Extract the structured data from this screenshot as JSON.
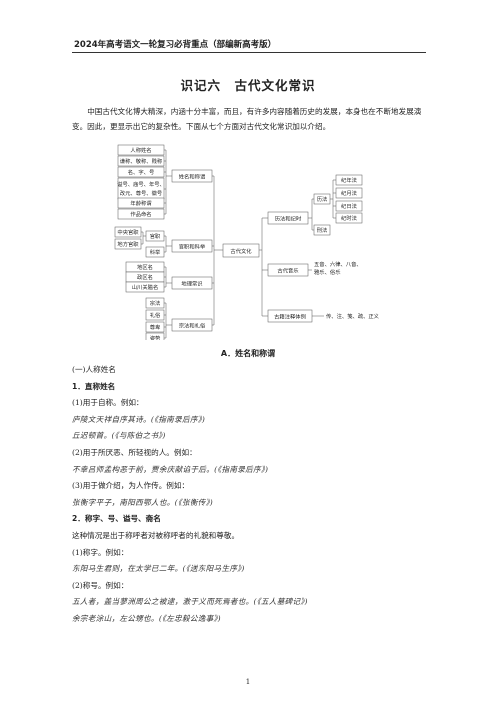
{
  "header": "2024年高考语文一轮复习必背重点（部编新高考版）",
  "title": "识记六　古代文化常识",
  "intro": "中国古代文化博大精深，内涵十分丰富，而且，有许多内容随着历史的发展，本身也在不断地发展演变。因此，更显示出它的复杂性。下面从七个方面对古代文化常识加以介绍。",
  "mindmap": {
    "center": "古代文化",
    "left_branches": [
      {
        "label": "姓名和称谓",
        "leaves": [
          "人称姓名",
          "谦称、敬称、贱称",
          "名、字、号",
          "谥号、庙号、年号、改元、尊号、徽号",
          "年龄称谓",
          "作品命名"
        ]
      },
      {
        "label": "官职和科举",
        "leaves": [
          "官职",
          "科举"
        ],
        "sub": [
          "中央官职",
          "地方官职"
        ]
      },
      {
        "label": "地理常识",
        "leaves": [
          "地区名",
          "政区名",
          "山川关隘名"
        ]
      },
      {
        "label": "宗法和礼俗",
        "leaves": [
          "宗法",
          "礼俗",
          "尊卑",
          "姿势"
        ]
      }
    ],
    "right_branches": [
      {
        "label": "历法和纪时",
        "sub": [
          {
            "label": "历法",
            "leaves": [
              "纪年法",
              "纪月法",
              "纪日法",
              "纪时法"
            ]
          },
          {
            "label": "刑法"
          }
        ]
      },
      {
        "label": "古代音乐",
        "leaves": [
          "五音、六律、八音、雅乐、俗乐"
        ]
      },
      {
        "label": "古籍注释体例",
        "leaves": [
          "传、注、笺、疏、正义"
        ]
      }
    ]
  },
  "section_title": "A．姓名和称谓",
  "lines": [
    {
      "text": "(一)人称姓名",
      "style": "normal"
    },
    {
      "text": "1．直称姓名",
      "style": "bold"
    },
    {
      "text": "(1)用于自称。例如：",
      "style": "normal"
    },
    {
      "text": "庐陵文天祥自序其诗。(《指南录后序》)",
      "style": "quote"
    },
    {
      "text": "丘迟顿首。(《与陈伯之书》)",
      "style": "quote"
    },
    {
      "text": "(2)用于所厌恶、所轻视的人。例如：",
      "style": "normal"
    },
    {
      "text": "不幸吕师孟构恶于前，贾余庆献谄于后。(《指南录后序》)",
      "style": "quote"
    },
    {
      "text": "(3)用于做介绍，为人作传。例如：",
      "style": "normal"
    },
    {
      "text": "张衡字平子，南阳西鄂人也。(《张衡传》)",
      "style": "quote"
    },
    {
      "text": "2．称字、号、谥号、斋名",
      "style": "bold"
    },
    {
      "text": "这种情况是出于称呼者对被称呼者的礼貌和尊敬。",
      "style": "normal"
    },
    {
      "text": "(1)称字。例如：",
      "style": "normal"
    },
    {
      "text": "东阳马生君则，在太学已二年。(《送东阳马生序》)",
      "style": "quote"
    },
    {
      "text": "(2)称号。例如：",
      "style": "normal"
    },
    {
      "text": "五人者，盖当蓼洲周公之被逮，激于义而死焉者也。(《五人墓碑记》)",
      "style": "quote"
    },
    {
      "text": "余宗老涂山，左公甥也。(《左忠毅公逸事》)",
      "style": "quote"
    }
  ],
  "page_number": "1"
}
